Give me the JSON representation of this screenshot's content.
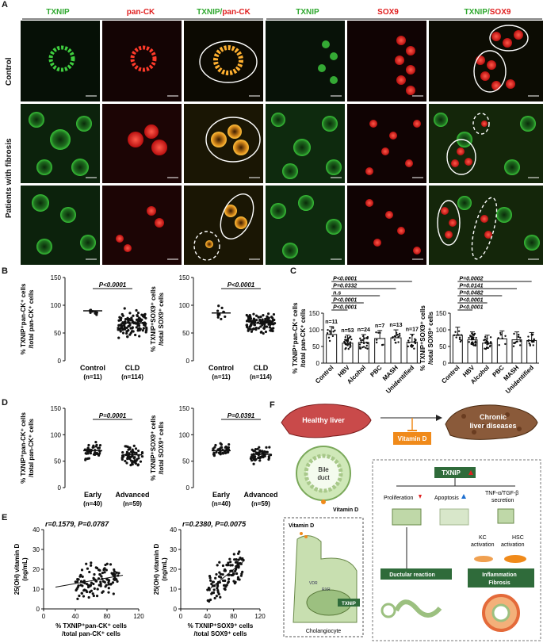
{
  "panel_a": {
    "letter": "A",
    "headers": {
      "txnip_left": "TXNIP",
      "panck": "pan-CK",
      "merge_left_g": "TXNIP/",
      "merge_left_r": "pan-CK",
      "txnip_right": "TXNIP",
      "sox9": "SOX9",
      "merge_right_g": "TXNIP/",
      "merge_right_r": "SOX9"
    },
    "row_labels": {
      "control": "Control",
      "fibrosis": "Patients with fibrosis"
    }
  },
  "panel_b": {
    "letter": "B",
    "left": {
      "ylabel_1": "% TXNIP⁺pan-CK⁺ cells",
      "ylabel_2": "/total pan-CK⁺ cells",
      "pvalue": "P<0.0001"
    },
    "right": {
      "ylabel_1": "% TXNIP⁺SOX9⁺ cells",
      "ylabel_2": "/total SOX9⁺ cells",
      "pvalue": "P<0.0001"
    },
    "groups": [
      "Control",
      "CLD"
    ],
    "ns": [
      "(n=11)",
      "(n=114)"
    ]
  },
  "panel_c": {
    "letter": "C",
    "left": {
      "ylabel_1": "% TXNIP⁺pan-CK⁺ cells",
      "ylabel_2": "/total pan-CK⁺ cells",
      "pvalues": [
        "P<0.0001",
        "P=0.0332",
        "n.s",
        "P<0.0001",
        "P<0.0001"
      ],
      "ns": [
        "n=11",
        "n=53",
        "n=24",
        "n=7",
        "n=13",
        "n=17"
      ]
    },
    "right": {
      "ylabel_1": "% TXNIP⁺SOX9⁺ cells",
      "ylabel_2": "/total SOX9⁺ cells",
      "pvalues": [
        "P=0.0002",
        "P=0.0141",
        "P=0.0482",
        "P<0.0001",
        "P<0.0001"
      ]
    },
    "categories": [
      "Control",
      "HBV",
      "Alcohol",
      "PBC",
      "MASH",
      "Unidentified"
    ]
  },
  "panel_d": {
    "letter": "D",
    "left": {
      "ylabel_1": "% TXNIP⁺pan-CK⁺ cells",
      "ylabel_2": "/total pan-CK⁺ cells",
      "pvalue": "P=0.0001"
    },
    "right": {
      "ylabel_1": "% TXNIP⁺SOX9⁺ cells",
      "ylabel_2": "/total SOX9⁺ cells",
      "pvalue": "P=0.0391"
    },
    "groups": [
      "Early",
      "Advanced"
    ],
    "ns": [
      "(n=40)",
      "(n=59)"
    ]
  },
  "panel_e": {
    "letter": "E",
    "left": {
      "stat": "r=0.1579, P=0.0787",
      "xlabel_1": "% TXNIP⁺pan-CK⁺ cells",
      "xlabel_2": "/total pan-CK⁺ cells"
    },
    "right": {
      "stat": "r=0.2380, P=0.0075",
      "xlabel_1": "% TXNIP⁺SOX9⁺ cells",
      "xlabel_2": "/total SOX9⁺ cells"
    },
    "ylabel_1": "25(OH) vitamin D",
    "ylabel_2": "(ng/mL)"
  },
  "panel_f": {
    "letter": "F",
    "healthy": "Healthy liver",
    "chronic_1": "Chronic",
    "chronic_2": "liver diseases",
    "vitd_box": "Vitamin D",
    "bile_1": "Bile",
    "bile_2": "duct",
    "vitd_small": "Vitamin D",
    "vitd_cell": "Vitamin D",
    "txnip_cell": "TXNIP",
    "cholangiocyte": "Cholangiocyte",
    "vdr": "VDR",
    "rxr": "RXR",
    "txnip_up": "TXNIP",
    "proliferation": "Proliferation",
    "apoptosis": "Apoptosis",
    "tnf_1": "TNF-α/TGF-β",
    "tnf_2": "secretion",
    "kc_1": "KC",
    "kc_2": "activation",
    "hsc_1": "HSC",
    "hsc_2": "activation",
    "ductular": "Ductular reaction",
    "inflam_1": "Inflammation",
    "inflam_2": "Fibrosis"
  },
  "chart_data": [
    {
      "type": "scatter",
      "id": "B-left",
      "categories": [
        "Control",
        "CLD"
      ],
      "means": [
        90,
        68
      ],
      "ylim": [
        0,
        150
      ],
      "yticks": [
        0,
        50,
        100,
        150
      ]
    },
    {
      "type": "scatter",
      "id": "B-right",
      "categories": [
        "Control",
        "CLD"
      ],
      "means": [
        86,
        68
      ],
      "ylim": [
        0,
        150
      ],
      "yticks": [
        0,
        50,
        100,
        150
      ]
    },
    {
      "type": "bar",
      "id": "C-left",
      "categories": [
        "Control",
        "HBV",
        "Alcohol",
        "PBC",
        "MASH",
        "Unidentified"
      ],
      "values": [
        86,
        60,
        62,
        74,
        76,
        63
      ],
      "ylim": [
        0,
        150
      ],
      "yticks": [
        0,
        50,
        100,
        150
      ]
    },
    {
      "type": "bar",
      "id": "C-right",
      "categories": [
        "Control",
        "HBV",
        "Alcohol",
        "PBC",
        "MASH",
        "Unidentified"
      ],
      "values": [
        84,
        70,
        60,
        73,
        70,
        68
      ],
      "ylim": [
        0,
        150
      ],
      "yticks": [
        0,
        50,
        100,
        150
      ]
    },
    {
      "type": "scatter",
      "id": "D-left",
      "categories": [
        "Early",
        "Advanced"
      ],
      "means": [
        70,
        62
      ],
      "ylim": [
        0,
        150
      ],
      "yticks": [
        0,
        50,
        100,
        150
      ]
    },
    {
      "type": "scatter",
      "id": "D-right",
      "categories": [
        "Early",
        "Advanced"
      ],
      "means": [
        70,
        63
      ],
      "ylim": [
        0,
        150
      ],
      "yticks": [
        0,
        50,
        100,
        150
      ]
    },
    {
      "type": "scatter",
      "id": "E-left",
      "xlim": [
        0,
        120
      ],
      "ylim": [
        0,
        40
      ],
      "xticks": [
        0,
        40,
        80,
        120
      ],
      "yticks": [
        0,
        10,
        20,
        30,
        40
      ],
      "trend": [
        [
          15,
          11
        ],
        [
          100,
          17
        ]
      ]
    },
    {
      "type": "scatter",
      "id": "E-right",
      "xlim": [
        0,
        120
      ],
      "ylim": [
        0,
        40
      ],
      "xticks": [
        0,
        40,
        80,
        120
      ],
      "yticks": [
        0,
        10,
        20,
        30,
        40
      ],
      "trend": [
        [
          40,
          9
        ],
        [
          95,
          24
        ]
      ]
    }
  ],
  "colors": {
    "txnip_green": "#2fa82f",
    "red": "#e02020",
    "fibro_green": "#3c8f55",
    "vitd_orange": "#f08a1a"
  }
}
